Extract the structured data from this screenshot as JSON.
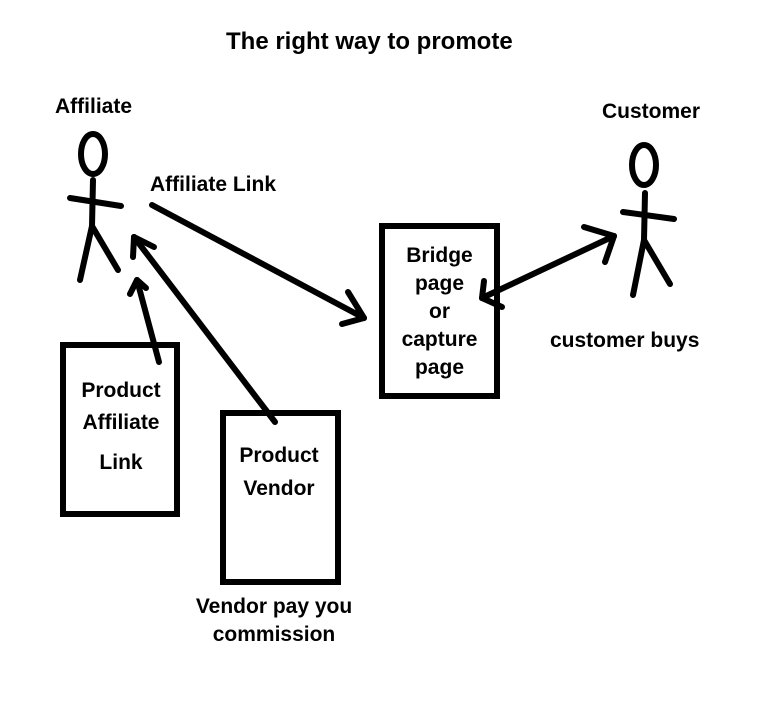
{
  "title": "The right way to promote",
  "actors": {
    "affiliate": {
      "label": "Affiliate"
    },
    "customer": {
      "label": "Customer"
    }
  },
  "edges": {
    "affiliate_link": {
      "label": "Affiliate Link"
    }
  },
  "boxes": {
    "bridge_page": {
      "lines": [
        "Bridge",
        "page",
        "or",
        "capture",
        "page"
      ]
    },
    "product_affiliate_link": {
      "lines": [
        "Product",
        "Affiliate",
        "Link"
      ]
    },
    "product_vendor": {
      "lines": [
        "Product",
        "Vendor"
      ]
    }
  },
  "notes": {
    "customer_buys": "customer buys",
    "vendor_pay": [
      "Vendor pay you",
      "commission"
    ]
  },
  "colors": {
    "stroke": "#000000",
    "background": "#ffffff"
  }
}
